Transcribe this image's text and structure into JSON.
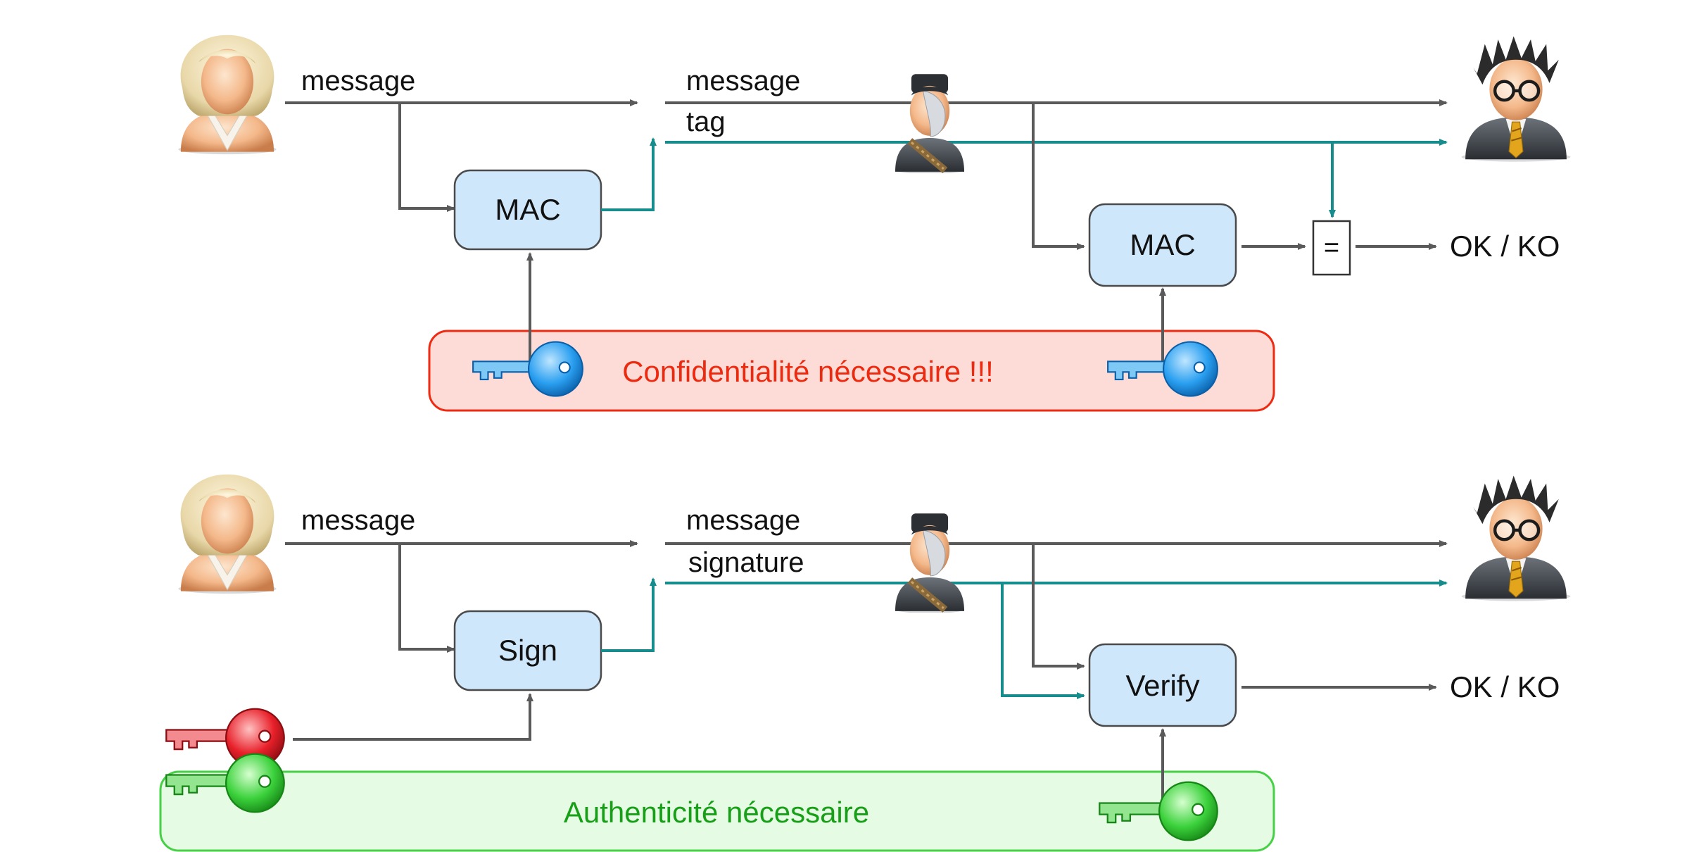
{
  "colors": {
    "gray_line": "#5a5a5a",
    "teal_line": "#178c8c",
    "box_fill": "#cfe7fb",
    "box_stroke": "#4a4a4a",
    "banner_red_fill": "#fddcd7",
    "banner_red_stroke": "#ee2a12",
    "banner_red_text": "#ec2a10",
    "banner_green_fill": "#e6fbe3",
    "banner_green_stroke": "#46d046",
    "banner_green_text": "#17a017",
    "key_blue": "#2a9ff0",
    "key_red": "#e8202a",
    "key_green": "#3cd23c"
  },
  "mac_scheme": {
    "sender_icon": "blonde-woman-avatar-icon",
    "attacker_icon": "masked-attacker-avatar-icon",
    "receiver_icon": "glasses-man-avatar-icon",
    "sender_message_label": "message",
    "channel_message_label": "message",
    "channel_tag_label": "tag",
    "sender_box_label": "MAC",
    "receiver_box_label": "MAC",
    "compare_label": "=",
    "result_label": "OK / KO",
    "banner_text": "Confidentialité nécessaire !!!",
    "key_icon": "blue-key-icon"
  },
  "signature_scheme": {
    "sender_icon": "blonde-woman-avatar-icon",
    "attacker_icon": "masked-attacker-avatar-icon",
    "receiver_icon": "glasses-man-avatar-icon",
    "sender_message_label": "message",
    "channel_message_label": "message",
    "channel_signature_label": "signature",
    "sign_box_label": "Sign",
    "verify_box_label": "Verify",
    "result_label": "OK / KO",
    "banner_text": "Authenticité nécessaire",
    "private_key_icon": "red-key-icon",
    "public_key_icon": "green-key-icon"
  }
}
